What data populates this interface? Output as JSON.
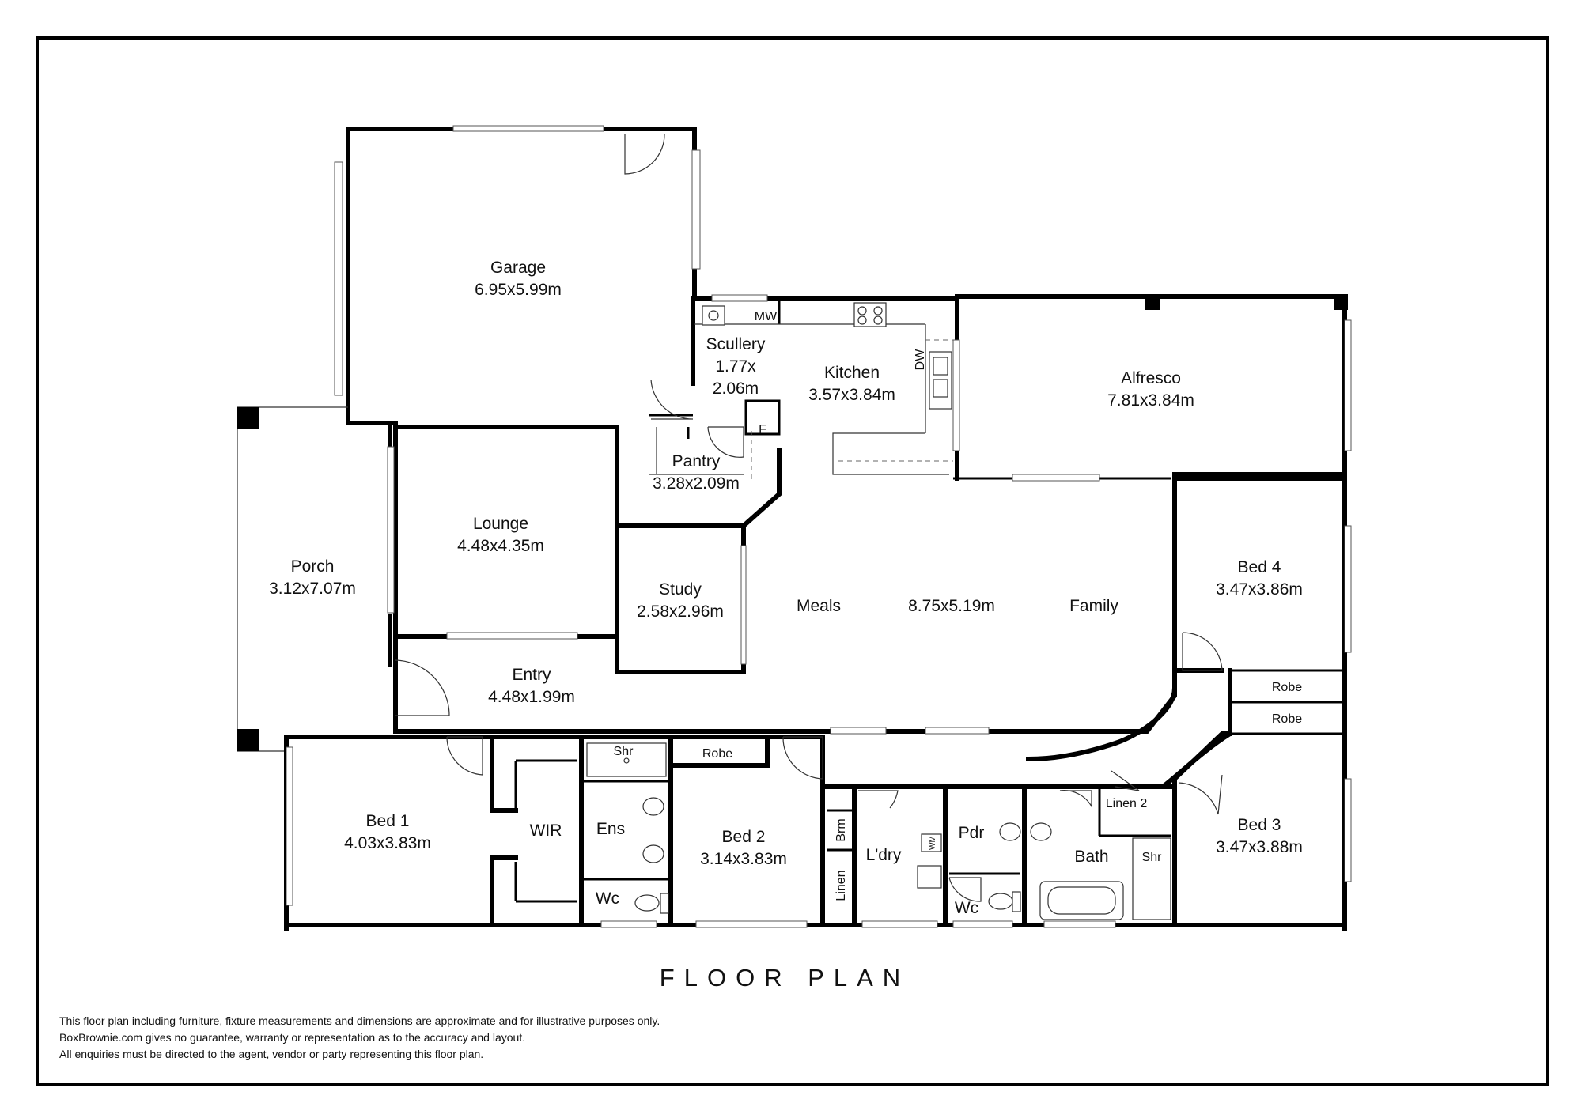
{
  "title": "FLOOR PLAN",
  "rooms": {
    "garage": {
      "name": "Garage",
      "dims": "6.95x5.99m"
    },
    "scullery": {
      "name": "Scullery",
      "dims1": "1.77x",
      "dims2": "2.06m"
    },
    "kitchen": {
      "name": "Kitchen",
      "dims": "3.57x3.84m"
    },
    "alfresco": {
      "name": "Alfresco",
      "dims": "7.81x3.84m"
    },
    "pantry": {
      "name": "Pantry",
      "dims": "3.28x2.09m"
    },
    "porch": {
      "name": "Porch",
      "dims": "3.12x7.07m"
    },
    "lounge": {
      "name": "Lounge",
      "dims": "4.48x4.35m"
    },
    "study": {
      "name": "Study",
      "dims": "2.58x2.96m"
    },
    "meals": {
      "name": "Meals"
    },
    "living": {
      "dims": "8.75x5.19m"
    },
    "family": {
      "name": "Family"
    },
    "bed4": {
      "name": "Bed 4",
      "dims": "3.47x3.86m"
    },
    "entry": {
      "name": "Entry",
      "dims": "4.48x1.99m"
    },
    "robe_top": {
      "name": "Robe"
    },
    "robe_bottom": {
      "name": "Robe"
    },
    "bed1": {
      "name": "Bed 1",
      "dims": "4.03x3.83m"
    },
    "wir": {
      "name": "WIR"
    },
    "ens": {
      "name": "Ens"
    },
    "shr_ens": {
      "name": "Shr"
    },
    "wc_ens": {
      "name": "Wc"
    },
    "robe_bed2": {
      "name": "Robe"
    },
    "bed2": {
      "name": "Bed 2",
      "dims": "3.14x3.83m"
    },
    "brm": {
      "name": "Brm"
    },
    "linen": {
      "name": "Linen"
    },
    "ldry": {
      "name": "L'dry"
    },
    "pdr": {
      "name": "Pdr"
    },
    "wc2": {
      "name": "Wc"
    },
    "linen2": {
      "name": "Linen 2"
    },
    "bath": {
      "name": "Bath"
    },
    "shr_bath": {
      "name": "Shr"
    },
    "bed3": {
      "name": "Bed 3",
      "dims": "3.47x3.88m"
    }
  },
  "fixtures": {
    "mw": "MW",
    "dw": "DW",
    "fridge": "F",
    "wm": "WM"
  },
  "disclaimer": [
    "This floor plan including furniture, fixture measurements and dimensions are approximate and for illustrative purposes only.",
    "BoxBrownie.com gives no guarantee, warranty or representation as to the accuracy and layout.",
    "All enquiries must be directed to the agent, vendor or party representing this floor plan."
  ]
}
